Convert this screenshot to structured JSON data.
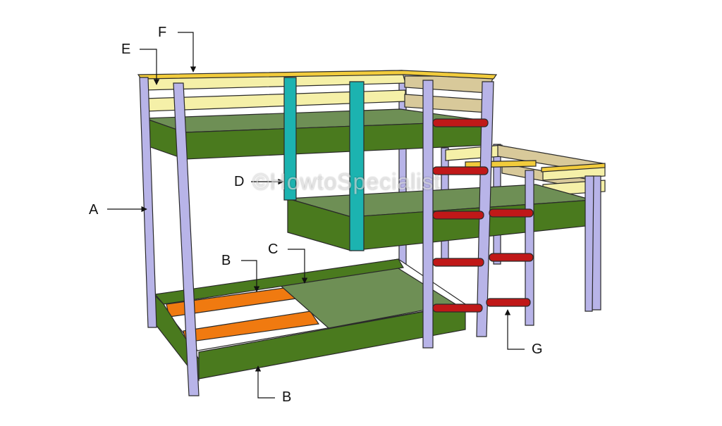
{
  "labels": {
    "A": "A",
    "B_top": "B",
    "B_bottom": "B",
    "C": "C",
    "D": "D",
    "E": "E",
    "F": "F",
    "G": "G"
  },
  "watermark": "©HowtoSpecialist",
  "colors": {
    "leg": "#b8b4e8",
    "frame": "#4a7a1e",
    "slat": "#6e8f55",
    "guard": "#f5f0a8",
    "topRail": "#f2cc3c",
    "sideGuard": "#d8c99a",
    "support": "#1cb3b0",
    "rung": "#c01818",
    "orange": "#f07a10",
    "outline": "#2a2a2a"
  }
}
